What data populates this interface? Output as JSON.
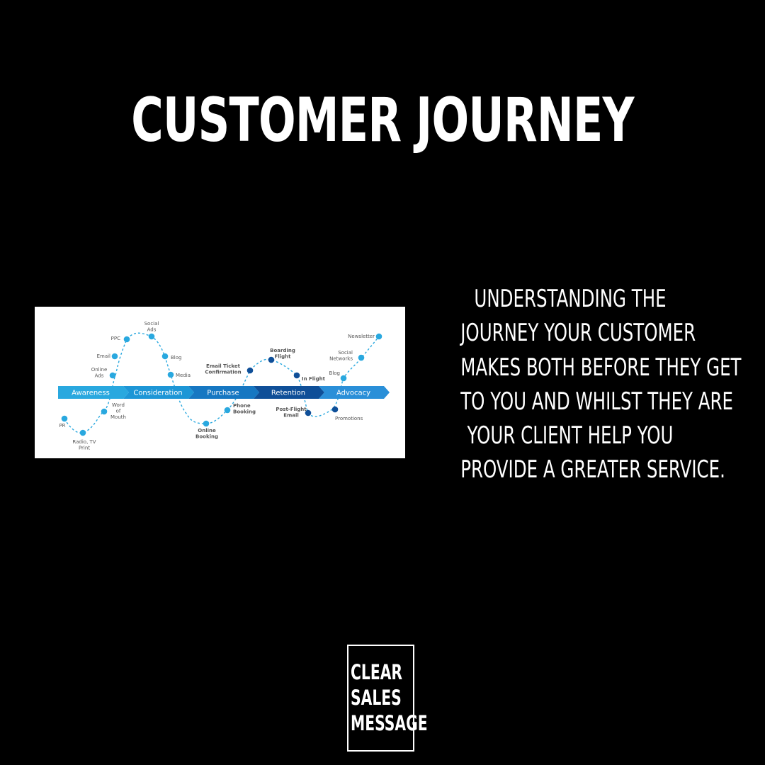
{
  "title": "CUSTOMER JOURNEY",
  "body_lines": [
    "UNDERSTANDING THE",
    "JOURNEY YOUR CUSTOMER",
    "MAKES BOTH BEFORE THEY GET",
    "TO YOU AND WHILST THEY ARE",
    "YOUR CLIENT HELP YOU",
    "PROVIDE A GREATER SERVICE."
  ],
  "logo": {
    "lines": [
      "CLEAR",
      "SALES",
      "MESSAGE"
    ]
  },
  "diagram": {
    "stages": [
      {
        "label": "Awareness",
        "color": "#29a8df"
      },
      {
        "label": "Consideration",
        "color": "#1d96d6"
      },
      {
        "label": "Purchase",
        "color": "#1677c2"
      },
      {
        "label": "Retention",
        "color": "#0f4f98"
      },
      {
        "label": "Advocacy",
        "color": "#2a8fd8"
      }
    ],
    "touchpoints": [
      {
        "id": "pr",
        "label": "PR",
        "color": "#29a8df"
      },
      {
        "id": "radio-tv-print",
        "label": "Radio, TV Print",
        "color": "#29a8df"
      },
      {
        "id": "word-of-mouth",
        "label": "Word of Mouth",
        "color": "#29a8df"
      },
      {
        "id": "online-ads",
        "label": "Online Ads",
        "color": "#29a8df"
      },
      {
        "id": "email-1",
        "label": "Email",
        "color": "#29a8df"
      },
      {
        "id": "ppc",
        "label": "PPC",
        "color": "#29a8df"
      },
      {
        "id": "social-ads",
        "label": "Social Ads",
        "color": "#29a8df"
      },
      {
        "id": "blog-1",
        "label": "Blog",
        "color": "#29a8df"
      },
      {
        "id": "media",
        "label": "Media",
        "color": "#29a8df"
      },
      {
        "id": "online-booking",
        "label": "Online Booking",
        "color": "#29a8df"
      },
      {
        "id": "phone-booking",
        "label": "Phone Booking",
        "color": "#29a8df"
      },
      {
        "id": "email-ticket",
        "label": "Email Ticket Confirmation",
        "color": "#0f4f98"
      },
      {
        "id": "boarding-flight",
        "label": "Boarding Flight",
        "color": "#0f4f98"
      },
      {
        "id": "in-flight",
        "label": "In Flight",
        "color": "#0f4f98"
      },
      {
        "id": "post-flight-email",
        "label": "Post-Flight Email",
        "color": "#0f4f98"
      },
      {
        "id": "promotions",
        "label": "Promotions",
        "color": "#0f4f98"
      },
      {
        "id": "blog-2",
        "label": "Blog",
        "color": "#29a8df"
      },
      {
        "id": "social-networks",
        "label": "Social Networks",
        "color": "#29a8df"
      },
      {
        "id": "newsletter",
        "label": "Newsletter",
        "color": "#29a8df"
      }
    ],
    "path_color": "#29a8df",
    "label_color": "#555555"
  }
}
